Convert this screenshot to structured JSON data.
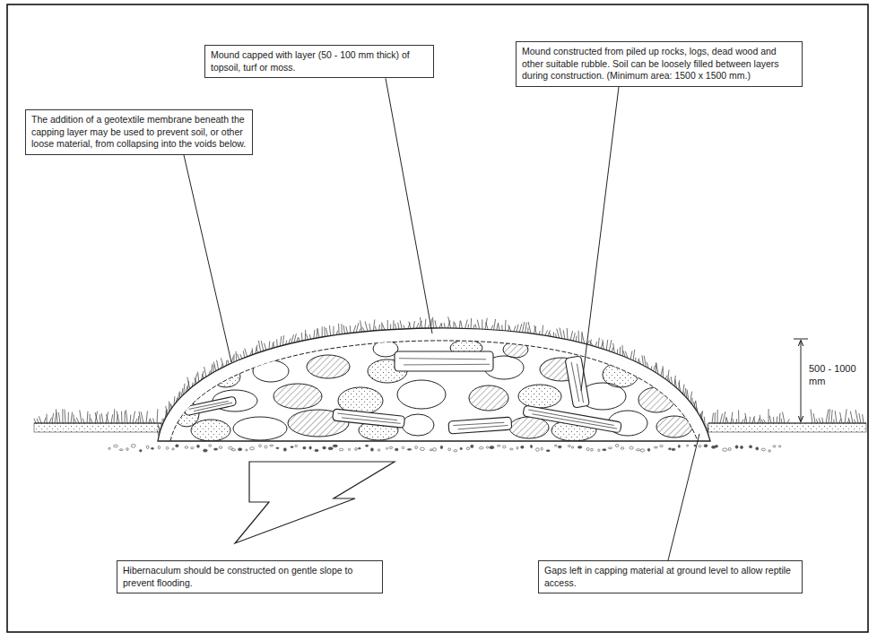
{
  "diagram": {
    "nodes": [
      {
        "text": [
          "Mound capped with layer (50 - 100 mm thick) of topsoil, turf or moss."
        ]
      },
      {
        "text": [
          "Mound constructed from piled up rocks, logs, dead wood and other suitable rubble. Soil can be loosely filled between layers during construction. (Minimum area: 1500 x 1500 mm.)"
        ]
      },
      {
        "text": [
          "The addition of a geotextile membrane beneath the capping layer may be used to prevent soil, or other loose material, from collapsing into the voids below."
        ]
      },
      {
        "text": [
          "Hibernaculum should be constructed on gentle slope to prevent flooding."
        ]
      },
      {
        "text": [
          "Gaps left in capping material at ground level to allow reptile access."
        ]
      }
    ],
    "labels": [
      "500 - 1000 mm"
    ]
  }
}
